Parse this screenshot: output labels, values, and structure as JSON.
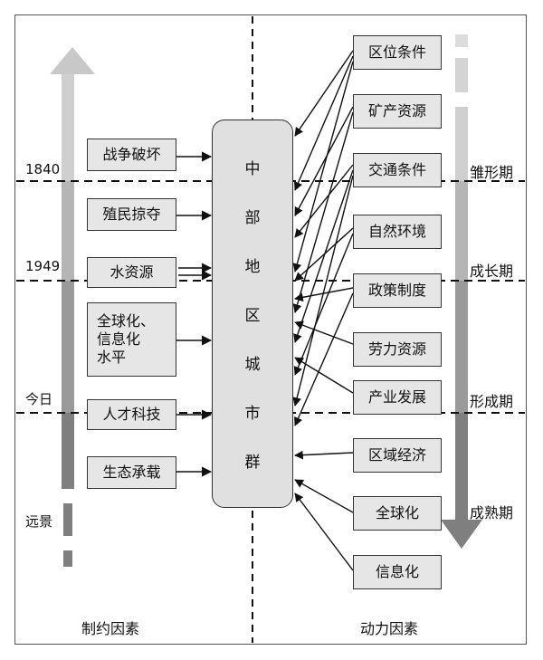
{
  "left_factors": [
    {
      "id": "war",
      "label": "战争破坏"
    },
    {
      "id": "colonial",
      "label": "殖民掠夺"
    },
    {
      "id": "water",
      "label": "水资源"
    },
    {
      "id": "globalization-info",
      "label": "全球化、\n信息化\n水平"
    },
    {
      "id": "talent",
      "label": "人才科技"
    },
    {
      "id": "ecology",
      "label": "生态承载"
    }
  ],
  "right_factors": [
    {
      "id": "location",
      "label": "区位条件"
    },
    {
      "id": "minerals",
      "label": "矿产资源"
    },
    {
      "id": "transport",
      "label": "交通条件"
    },
    {
      "id": "environment",
      "label": "自然环境"
    },
    {
      "id": "policy",
      "label": "政策制度"
    },
    {
      "id": "labor",
      "label": "劳力资源"
    },
    {
      "id": "industry",
      "label": "产业发展"
    },
    {
      "id": "regional-economy",
      "label": "区域经济"
    },
    {
      "id": "globalization",
      "label": "全球化"
    },
    {
      "id": "informatization",
      "label": "信息化"
    }
  ],
  "center_label": [
    "中",
    "部",
    "地",
    "区",
    "城",
    "市",
    "群"
  ],
  "time_labels": {
    "y1840": "1840",
    "y1949": "1949",
    "today": "今日",
    "future": "远景"
  },
  "stage_labels": {
    "embryonic": "雏形期",
    "growth": "成长期",
    "formation": "形成期",
    "mature": "成熟期"
  },
  "footer": {
    "left": "制约因素",
    "right": "动力因素"
  }
}
